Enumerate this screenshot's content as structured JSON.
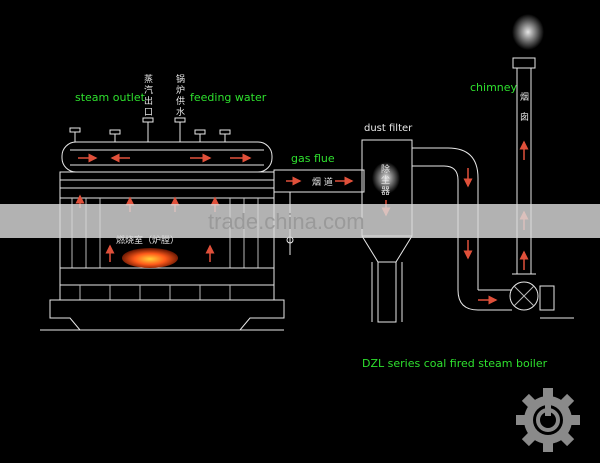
{
  "labels": {
    "steam_outlet": "steam outlet",
    "steam_outlet_cn": [
      "蒸",
      "汽",
      "出",
      "口"
    ],
    "feeding_water": "feeding water",
    "feeding_water_cn": [
      "锅",
      "炉",
      "供",
      "水"
    ],
    "gas_flue": "gas flue",
    "gas_flue_cn": "烟 道",
    "dust_filter": "dust filter",
    "dust_filter_cn": [
      "除",
      "尘",
      "器"
    ],
    "chimney": "chimney",
    "chimney_cn": [
      "烟",
      "囱"
    ],
    "furnace_cn": "燃烧室（炉膛）",
    "caption": "DZL series coal fired steam boiler"
  },
  "watermark": "trade.china.com",
  "colors": {
    "background": "#000000",
    "line": "#e8e8e8",
    "green_label": "#2ee02e",
    "flow_arrow": "#e0503a",
    "fire": "#ff5a1a",
    "watermark_band": "#d9d9d9"
  },
  "icons": [
    "gear-logo-icon",
    "fan-icon",
    "smoke-icon"
  ]
}
